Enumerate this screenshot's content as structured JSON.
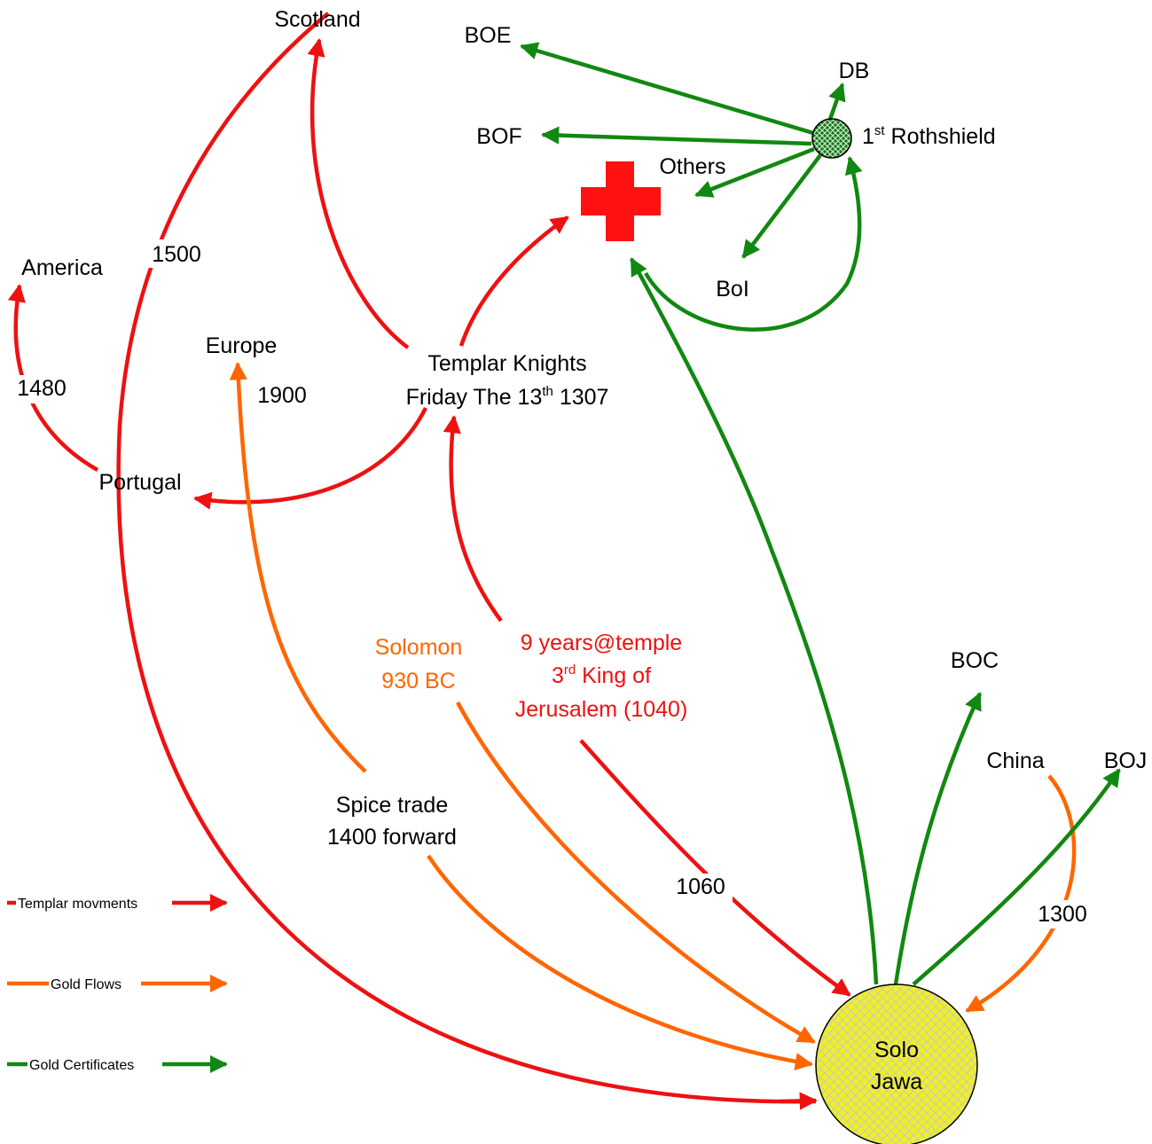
{
  "colors": {
    "templar": "#ee1111",
    "gold": "#ff6600",
    "certificates": "#118811",
    "cross": "#ff1111"
  },
  "nodes": {
    "scotland": "Scotland",
    "america": "America",
    "europe": "Europe",
    "portugal": "Portugal",
    "templar_line1": "Templar Knights",
    "templar_line2_a": "Friday The 13",
    "templar_line2_sup": "th",
    "templar_line2_b": " 1307",
    "boe": "BOE",
    "bof": "BOF",
    "db": "DB",
    "rothshield_pre": "1",
    "rothshield_sup": "st",
    "rothshield_post": " Rothshield",
    "others": "Others",
    "boi": "BoI",
    "solomon_line1": "Solomon",
    "solomon_line2": "930 BC",
    "temple_line1": "9 years@temple",
    "temple_line2_a": "3",
    "temple_line2_sup": "rd",
    "temple_line2_b": " King of",
    "temple_line3": "Jerusalem (1040)",
    "boc": "BOC",
    "china": "China",
    "boj": "BOJ",
    "spice_line1": "Spice trade",
    "spice_line2": "1400 forward",
    "solo_line1": "Solo",
    "solo_line2": "Jawa"
  },
  "year_labels": {
    "y1500": "1500",
    "y1480": "1480",
    "y1900": "1900",
    "y1060": "1060",
    "y1300": "1300"
  },
  "legend": {
    "templar": "Templar movments",
    "gold": "Gold Flows",
    "certificates": "Gold Certificates"
  }
}
